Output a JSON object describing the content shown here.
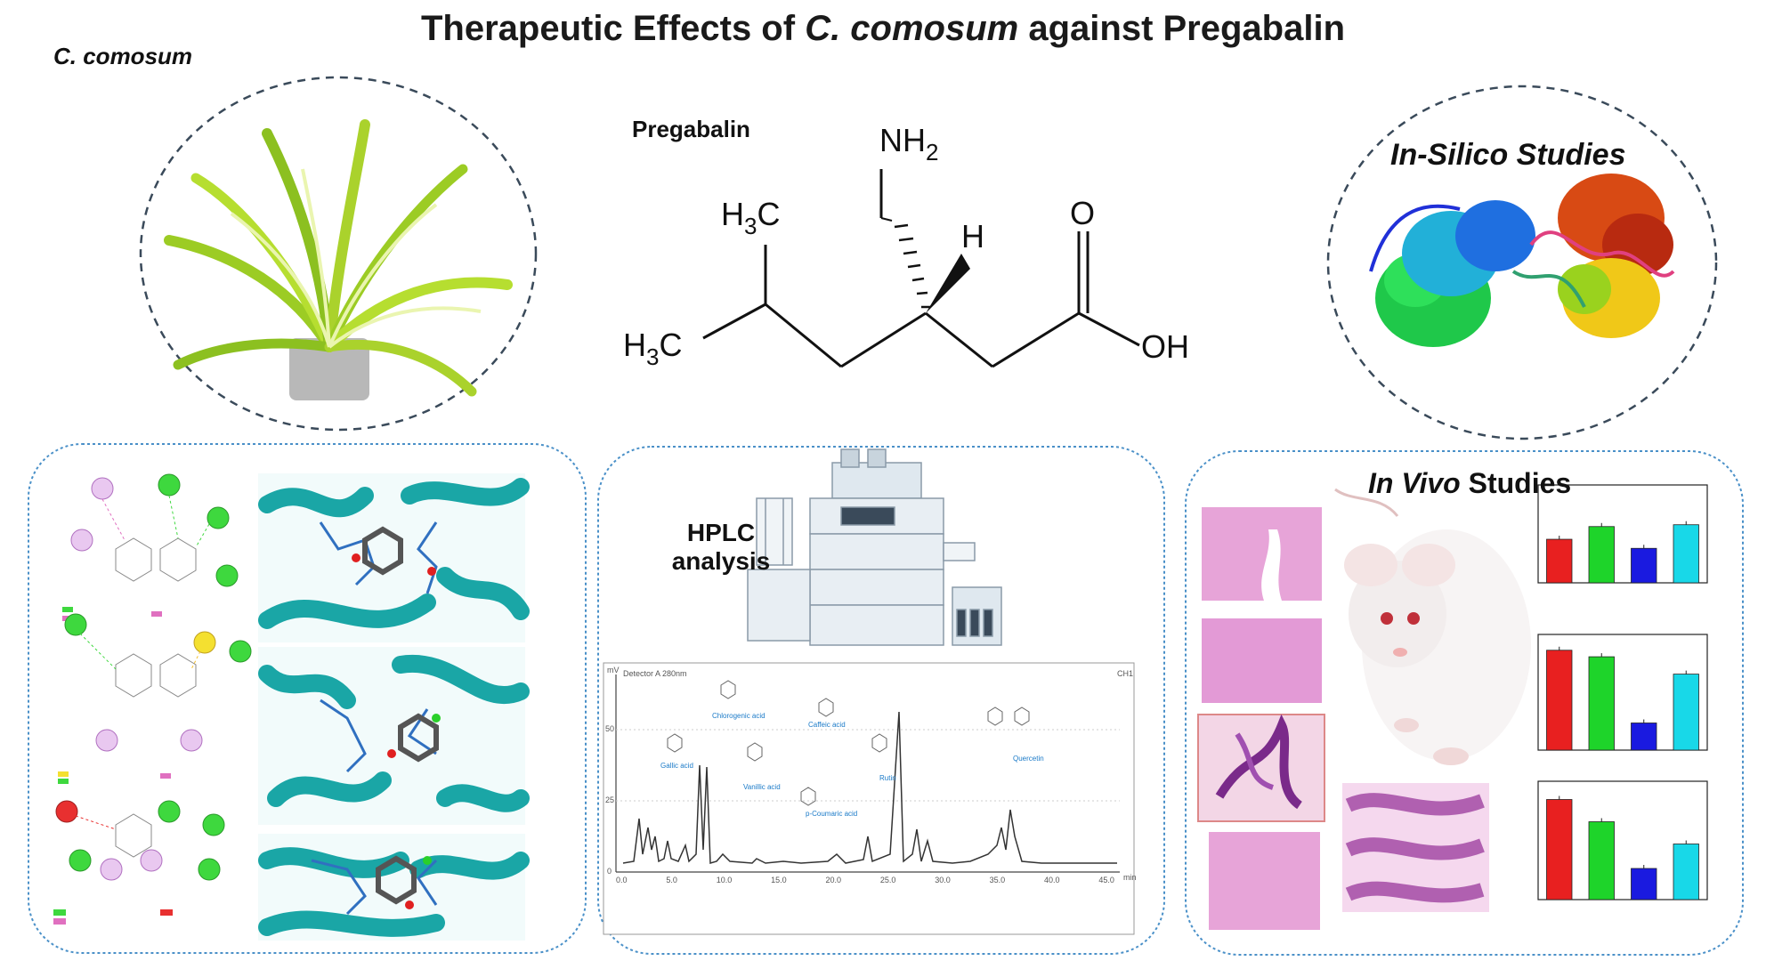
{
  "title": {
    "prefix": "Therapeutic Effects of ",
    "species": "C. comosum",
    "suffix": " against Pregabalin"
  },
  "plant_label": "C. comosum",
  "pregabalin": {
    "label": "Pregabalin",
    "atoms": {
      "nh2": "NH",
      "nh2_sub": "2",
      "ch3_top": "H",
      "ch3_top_sub": "3",
      "ch3_top_c": "C",
      "ch3_bottom": "H",
      "ch3_bottom_sub": "3",
      "ch3_bottom_c": "C",
      "h": "H",
      "o": "O",
      "oh": "OH"
    }
  },
  "in_silico_label": "In-Silico Studies",
  "hplc": {
    "label_line1": "HPLC",
    "label_line2": "analysis",
    "detector": "Detector A 280nm",
    "units_right": "CH1",
    "yunit": "mV",
    "xunit": "min",
    "ytick_labels": [
      "0",
      "25",
      "50"
    ],
    "xtick_labels": [
      "0.0",
      "5.0",
      "10.0",
      "15.0",
      "20.0",
      "25.0",
      "30.0",
      "35.0",
      "40.0",
      "45.0"
    ],
    "compounds": [
      "Gallic acid",
      "Chlorogenic acid",
      "Vanillic acid",
      "Caffeic acid",
      "p-Coumaric acid",
      "Rutin",
      "Quercetin"
    ]
  },
  "in_vivo": {
    "label_italic": "In Vivo",
    "label_rest": " Studies"
  },
  "colors": {
    "red": "#e82020",
    "green": "#1ed42a",
    "blue": "#1a1ae0",
    "cyan": "#18d8e8",
    "teal": "#1aa6a6",
    "box_border": "#4a90c8",
    "circle_border": "#3a4a5a"
  },
  "chart_data": [
    {
      "type": "bar",
      "categories": [
        "",
        "",
        "",
        ""
      ],
      "values": [
        48,
        62,
        38,
        64
      ],
      "ylim": [
        0,
        100
      ],
      "title": "",
      "xlabel": "",
      "ylabel": ""
    },
    {
      "type": "bar",
      "categories": [
        "",
        "",
        "",
        ""
      ],
      "values": [
        92,
        86,
        25,
        70
      ],
      "ylim": [
        0,
        100
      ],
      "title": "",
      "xlabel": "",
      "ylabel": ""
    },
    {
      "type": "bar",
      "categories": [
        "",
        "",
        "",
        ""
      ],
      "values": [
        90,
        70,
        28,
        50
      ],
      "ylim": [
        0,
        100
      ],
      "title": "",
      "xlabel": "",
      "ylabel": ""
    }
  ]
}
